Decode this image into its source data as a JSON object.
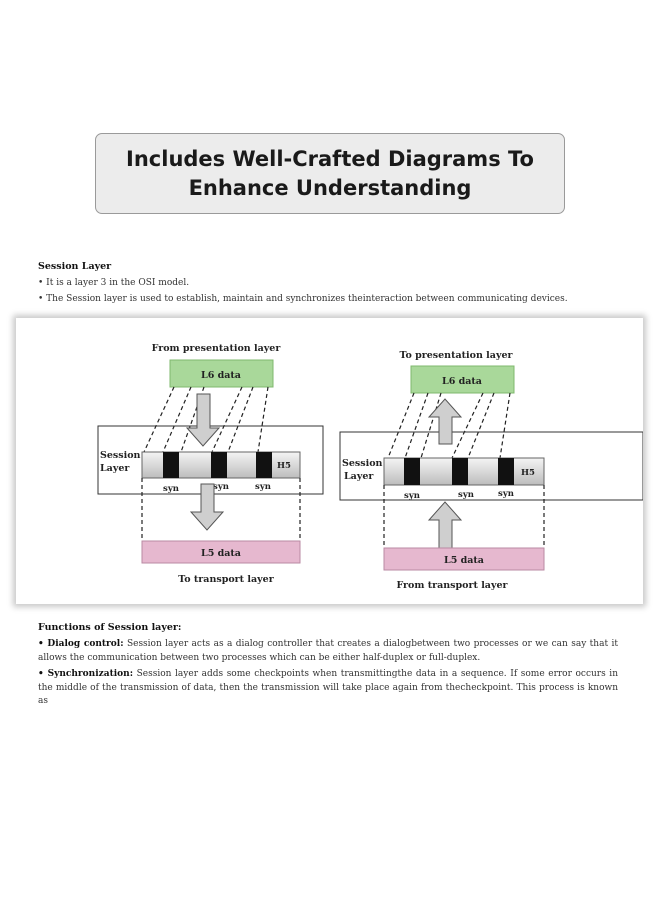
{
  "banner": {
    "title_line1": "Includes Well-Crafted Diagrams To",
    "title_line2": "Enhance Understanding"
  },
  "session_layer": {
    "heading": "Session Layer",
    "bullets": [
      "• It is a layer 3 in the OSI model.",
      "• The Session layer is used to establish, maintain and synchronizes theinteraction between communicating devices."
    ]
  },
  "diagram": {
    "left": {
      "top_label": "From presentation layer",
      "l6_label": "L6 data",
      "session_label_1": "Session",
      "session_label_2": "Layer",
      "h5_label": "H5",
      "syn_labels": [
        "syn",
        "syn",
        "syn"
      ],
      "l5_label": "L5 data",
      "bottom_label": "To transport layer"
    },
    "right": {
      "top_label": "To presentation layer",
      "l6_label": "L6 data",
      "session_label_1": "Session",
      "session_label_2": "Layer",
      "h5_label": "H5",
      "syn_labels": [
        "syn",
        "syn",
        "syn"
      ],
      "l5_label": "L5 data",
      "bottom_label": "From transport layer"
    },
    "colors": {
      "l6_fill": "#a9d89a",
      "l5_fill": "#e6b8cf",
      "arrow_fill": "#cfcfcf",
      "syn_fill": "#111111"
    }
  },
  "functions": {
    "heading": "Functions of Session layer:",
    "dialog_title": "• Dialog control:",
    "dialog_text": " Session layer acts as a dialog controller that creates a dialogbetween two processes or we can say that it allows the communication between two processes which can be either half-duplex or full-duplex.",
    "sync_title": "• Synchronization:",
    "sync_text": " Session layer adds some checkpoints when transmittingthe data in a sequence. If some error occurs in the middle of the transmission of data, then the transmission will take place again from thecheckpoint. This process is known as"
  }
}
